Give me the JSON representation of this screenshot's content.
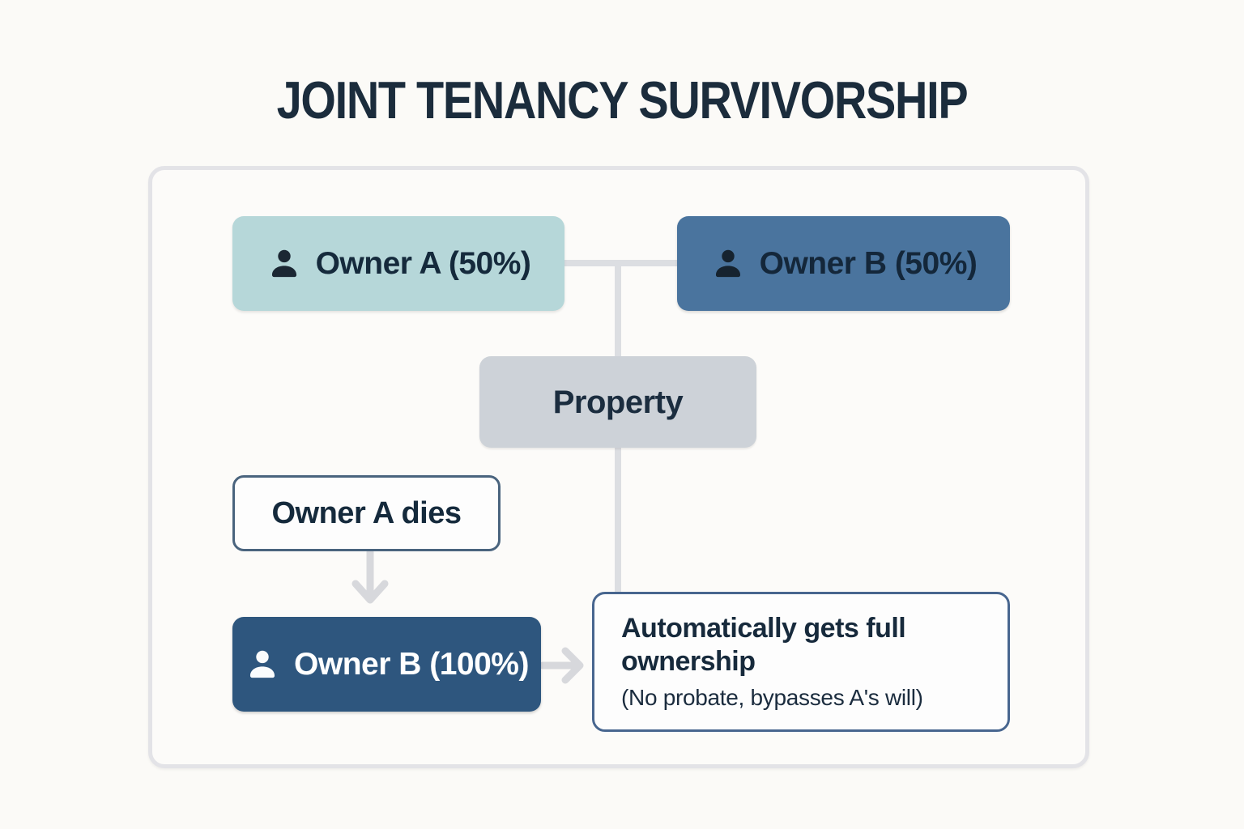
{
  "title": "JOINT TENANCY SURVIVORSHIP",
  "nodes": {
    "owner_a": {
      "label": "Owner A (50%)",
      "icon": "person-icon"
    },
    "owner_b": {
      "label": "Owner B (50%)",
      "icon": "person-icon"
    },
    "property": {
      "label": "Property"
    },
    "owner_a_dies": {
      "label": "Owner A dies"
    },
    "owner_b_full": {
      "label": "Owner B (100%)",
      "icon": "person-icon"
    },
    "outcome": {
      "title": "Automatically gets full ownership",
      "subtitle": "(No probate, bypasses A's will)"
    }
  },
  "connectors": {
    "owners_to_property": "horizontal tee from Owner A and Owner B down to Property",
    "property_to_outcome": "vertical line from Property down to outcome box",
    "owner_a_dies_to_owner_b_full": "down arrow",
    "owner_b_full_to_outcome": "right arrow"
  },
  "colors": {
    "background": "#fbfaf7",
    "frame_border": "#e3e3e7",
    "teal_box": "#b6d7d9",
    "steel_blue_box": "#4a749e",
    "navy_box": "#2e567e",
    "gray_box": "#cdd2d8",
    "outline_blue": "#48668f",
    "connector_gray": "#dcdee2",
    "text_dark_navy": "#172a3c",
    "text_white": "#ffffff"
  }
}
